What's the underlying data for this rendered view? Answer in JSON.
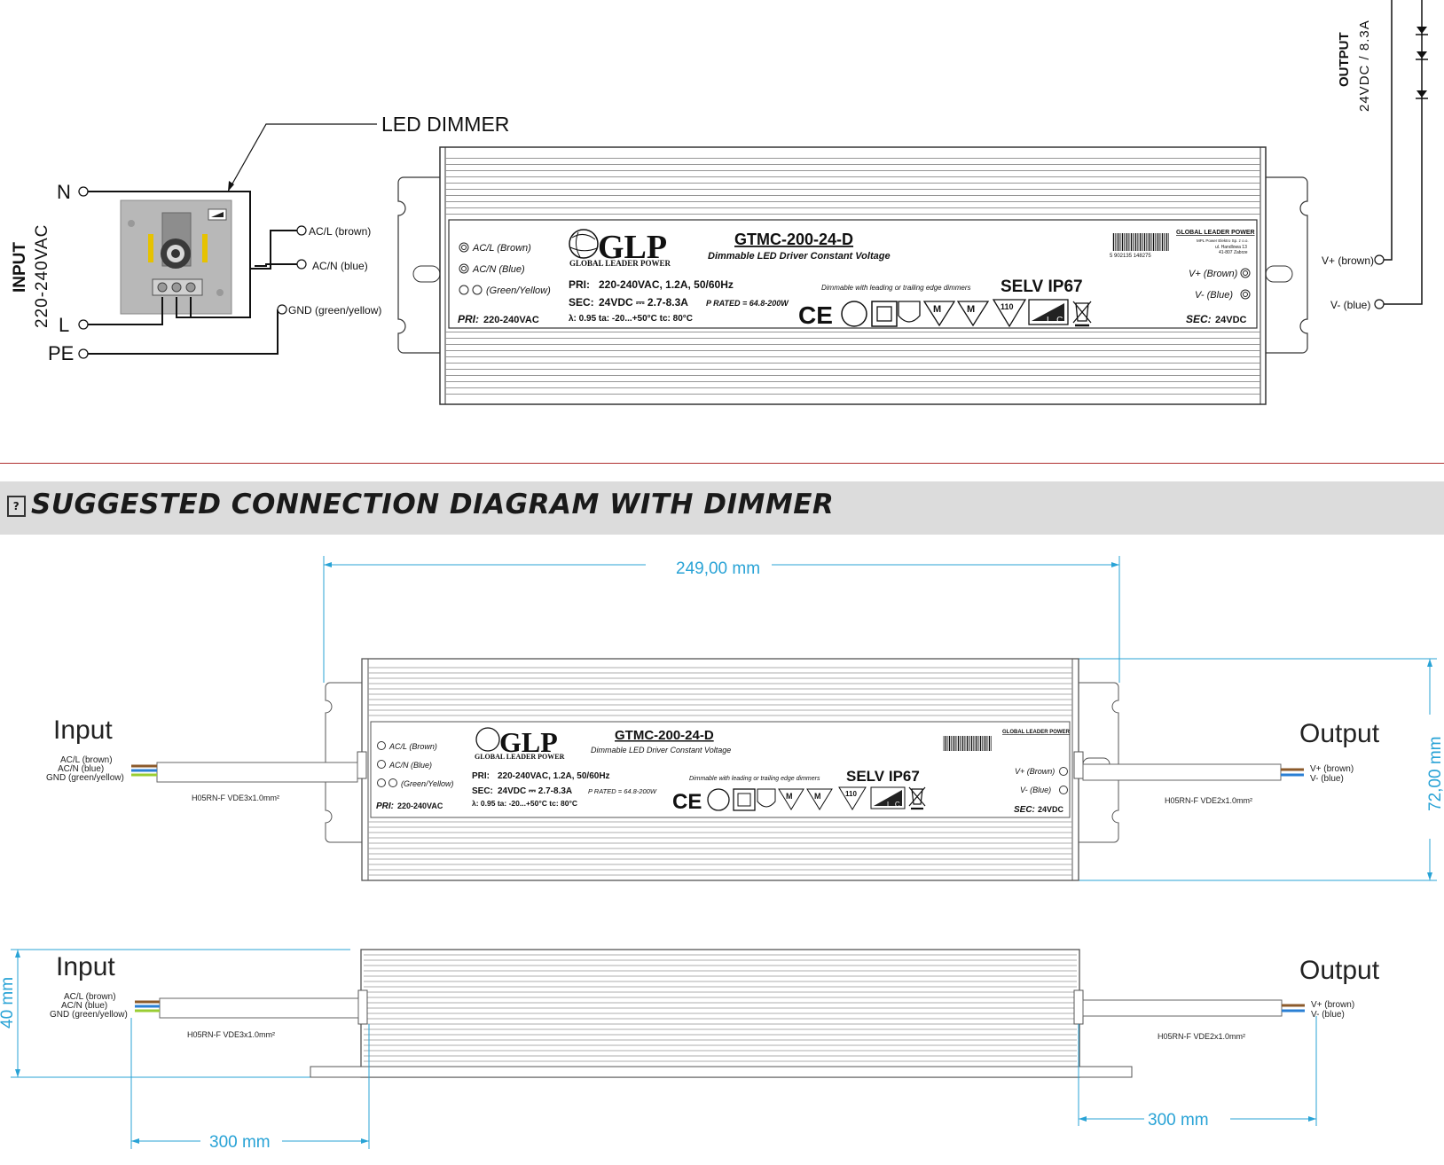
{
  "top_diagram": {
    "led_dimmer_label": "LED DIMMER",
    "input_title": "INPUT",
    "input_voltage": "220-240VAC",
    "terminal_n": "N",
    "terminal_l": "L",
    "terminal_pe": "PE",
    "wire_acl": "AC/L (brown)",
    "wire_acn": "AC/N (blue)",
    "wire_gnd": "GND (green/yellow)",
    "output_title": "OUTPUT",
    "output_spec": "24VDC / 8.3A",
    "wire_vplus": "V+ (brown)",
    "wire_vminus": "V- (blue)"
  },
  "label": {
    "brand": "GLP",
    "brand_sub": "GLOBAL LEADER POWER",
    "model": "GTMC-200-24-D",
    "subtitle": "Dimmable LED Driver Constant Voltage",
    "pin_acl": "AC/L (Brown)",
    "pin_acn": "AC/N (Blue)",
    "pin_gnd": "(Green/Yellow)",
    "pri": "PRI:",
    "pri_value": "220-240VAC, 1.2A, 50/60Hz",
    "sec": "SEC:",
    "sec_value": "24VDC ⎓ 2.7-8.3A",
    "prated": "P RATED = 64.8-200W",
    "lambda": "λ: 0.95   ta: -20...+50°C  tc: 80°C",
    "pri_bottom_label": "PRI:",
    "pri_bottom_value": "220-240VAC",
    "dimmable_note": "Dimmable with leading  or trailing edge dimmers",
    "selv": "SELV  IP67",
    "company": "GLOBAL LEADER POWER",
    "company_addr1": "MPL Power Elektro Sp. z o.o.",
    "company_addr2": "ul. Handlowa 13",
    "company_addr3": "41-807 Zabrze",
    "barcode_digits": "5 902135 148275",
    "pin_vplus": "V+ (Brown)",
    "pin_vminus": "V- (Blue)",
    "sec_bottom_label": "SEC:",
    "sec_bottom_value": "24VDC",
    "mark_ce": "CE",
    "mark_110": "110",
    "mark_m": "M",
    "mark_lc": "L, C"
  },
  "section": {
    "icon": "section-bullet-icon",
    "title": "SUGGESTED CONNECTION DIAGRAM WITH DIMMER"
  },
  "dimensions": {
    "width": "249,00 mm",
    "height": "72,00 mm",
    "depth": "40 mm",
    "cable_in": "300 mm",
    "cable_out": "300 mm",
    "input_label": "Input",
    "output_label": "Output",
    "in_acl": "AC/L (brown)",
    "in_acn": "AC/N (blue)",
    "in_gnd": "GND (green/yellow)",
    "out_vplus": "V+ (brown)",
    "out_vminus": "V- (blue)",
    "cable_in_spec": "H05RN-F VDE3x1.0mm²",
    "cable_out_spec": "H05RN-F VDE2x1.0mm²"
  },
  "colors": {
    "dimension_blue": "#29a3d6",
    "wire_brown": "#8b5a2b",
    "wire_blue": "#2a7fd4",
    "wire_green_yellow": "#9acd32",
    "divider_red": "#b03030",
    "header_gray": "#dcdcdc"
  }
}
